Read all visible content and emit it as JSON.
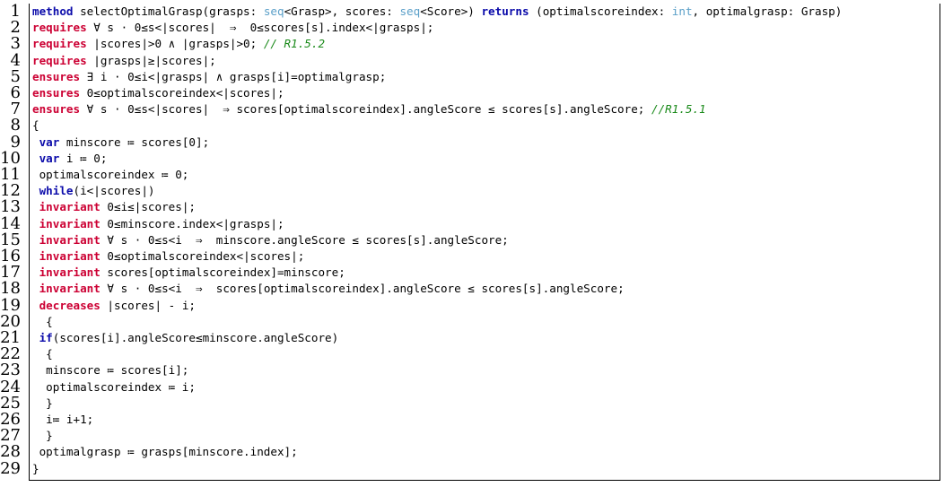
{
  "listing": {
    "lines": [
      {
        "num": "1",
        "tokens": [
          {
            "t": "method",
            "c": "kw"
          },
          {
            "t": " selectOptimalGrasp(grasps: ",
            "c": "plain"
          },
          {
            "t": "seq",
            "c": "type"
          },
          {
            "t": "<Grasp>, scores: ",
            "c": "plain"
          },
          {
            "t": "seq",
            "c": "type"
          },
          {
            "t": "<Score>) ",
            "c": "plain"
          },
          {
            "t": "returns",
            "c": "kw"
          },
          {
            "t": " (optimalscoreindex: ",
            "c": "plain"
          },
          {
            "t": "int",
            "c": "type"
          },
          {
            "t": ", optimalgrasp: Grasp)",
            "c": "plain"
          }
        ]
      },
      {
        "num": "2",
        "tokens": [
          {
            "t": "requires",
            "c": "spec"
          },
          {
            "t": " ∀ s · 0≤s<|scores|  ⇒  0≤scores[s].index<|grasps|;",
            "c": "plain"
          }
        ]
      },
      {
        "num": "3",
        "tokens": [
          {
            "t": "requires",
            "c": "spec"
          },
          {
            "t": " |scores|>0 ∧ |grasps|>0; ",
            "c": "plain"
          },
          {
            "t": "// R1.5.2",
            "c": "cm"
          }
        ]
      },
      {
        "num": "4",
        "tokens": [
          {
            "t": "requires",
            "c": "spec"
          },
          {
            "t": " |grasps|≥|scores|;",
            "c": "plain"
          }
        ]
      },
      {
        "num": "5",
        "tokens": [
          {
            "t": "ensures",
            "c": "spec"
          },
          {
            "t": " ∃ i · 0≤i<|grasps| ∧ grasps[i]=optimalgrasp;",
            "c": "plain"
          }
        ]
      },
      {
        "num": "6",
        "tokens": [
          {
            "t": "ensures",
            "c": "spec"
          },
          {
            "t": " 0≤optimalscoreindex<|scores|;",
            "c": "plain"
          }
        ]
      },
      {
        "num": "7",
        "tokens": [
          {
            "t": "ensures",
            "c": "spec"
          },
          {
            "t": " ∀ s · 0≤s<|scores|  ⇒ scores[optimalscoreindex].angleScore ≤ scores[s].angleScore; ",
            "c": "plain"
          },
          {
            "t": "//R1.5.1",
            "c": "cm"
          }
        ]
      },
      {
        "num": "8",
        "tokens": [
          {
            "t": "{",
            "c": "plain"
          }
        ]
      },
      {
        "num": "9",
        "tokens": [
          {
            "t": " ",
            "c": "plain"
          },
          {
            "t": "var",
            "c": "kw"
          },
          {
            "t": " minscore ≔ scores[0];",
            "c": "plain"
          }
        ]
      },
      {
        "num": "10",
        "tokens": [
          {
            "t": " ",
            "c": "plain"
          },
          {
            "t": "var",
            "c": "kw"
          },
          {
            "t": " i ≔ 0;",
            "c": "plain"
          }
        ]
      },
      {
        "num": "11",
        "tokens": [
          {
            "t": " optimalscoreindex ≔ 0;",
            "c": "plain"
          }
        ]
      },
      {
        "num": "12",
        "tokens": [
          {
            "t": " ",
            "c": "plain"
          },
          {
            "t": "while",
            "c": "kw"
          },
          {
            "t": "(i<|scores|)",
            "c": "plain"
          }
        ]
      },
      {
        "num": "13",
        "tokens": [
          {
            "t": " ",
            "c": "plain"
          },
          {
            "t": "invariant",
            "c": "spec"
          },
          {
            "t": " 0≤i≤|scores|;",
            "c": "plain"
          }
        ]
      },
      {
        "num": "14",
        "tokens": [
          {
            "t": " ",
            "c": "plain"
          },
          {
            "t": "invariant",
            "c": "spec"
          },
          {
            "t": " 0≤minscore.index<|grasps|;",
            "c": "plain"
          }
        ]
      },
      {
        "num": "15",
        "tokens": [
          {
            "t": " ",
            "c": "plain"
          },
          {
            "t": "invariant",
            "c": "spec"
          },
          {
            "t": " ∀ s · 0≤s<i  ⇒  minscore.angleScore ≤ scores[s].angleScore;",
            "c": "plain"
          }
        ]
      },
      {
        "num": "16",
        "tokens": [
          {
            "t": " ",
            "c": "plain"
          },
          {
            "t": "invariant",
            "c": "spec"
          },
          {
            "t": " 0≤optimalscoreindex<|scores|;",
            "c": "plain"
          }
        ]
      },
      {
        "num": "17",
        "tokens": [
          {
            "t": " ",
            "c": "plain"
          },
          {
            "t": "invariant",
            "c": "spec"
          },
          {
            "t": " scores[optimalscoreindex]=minscore;",
            "c": "plain"
          }
        ]
      },
      {
        "num": "18",
        "tokens": [
          {
            "t": " ",
            "c": "plain"
          },
          {
            "t": "invariant",
            "c": "spec"
          },
          {
            "t": " ∀ s · 0≤s<i  ⇒  scores[optimalscoreindex].angleScore ≤ scores[s].angleScore;",
            "c": "plain"
          }
        ]
      },
      {
        "num": "19",
        "tokens": [
          {
            "t": " ",
            "c": "plain"
          },
          {
            "t": "decreases",
            "c": "spec"
          },
          {
            "t": " |scores| - i;",
            "c": "plain"
          }
        ]
      },
      {
        "num": "20",
        "tokens": [
          {
            "t": "  {",
            "c": "plain"
          }
        ]
      },
      {
        "num": "21",
        "tokens": [
          {
            "t": " ",
            "c": "plain"
          },
          {
            "t": "if",
            "c": "kw"
          },
          {
            "t": "(scores[i].angleScore≤minscore.angleScore)",
            "c": "plain"
          }
        ]
      },
      {
        "num": "22",
        "tokens": [
          {
            "t": "  {",
            "c": "plain"
          }
        ]
      },
      {
        "num": "23",
        "tokens": [
          {
            "t": "  minscore ≔ scores[i];",
            "c": "plain"
          }
        ]
      },
      {
        "num": "24",
        "tokens": [
          {
            "t": "  optimalscoreindex ≔ i;",
            "c": "plain"
          }
        ]
      },
      {
        "num": "25",
        "tokens": [
          {
            "t": "  }",
            "c": "plain"
          }
        ]
      },
      {
        "num": "26",
        "tokens": [
          {
            "t": "  i≔ i+1;",
            "c": "plain"
          }
        ]
      },
      {
        "num": "27",
        "tokens": [
          {
            "t": "  }",
            "c": "plain"
          }
        ]
      },
      {
        "num": "28",
        "tokens": [
          {
            "t": " optimalgrasp ≔ grasps[minscore.index];",
            "c": "plain"
          }
        ]
      },
      {
        "num": "29",
        "tokens": [
          {
            "t": "}",
            "c": "plain"
          }
        ]
      }
    ]
  }
}
